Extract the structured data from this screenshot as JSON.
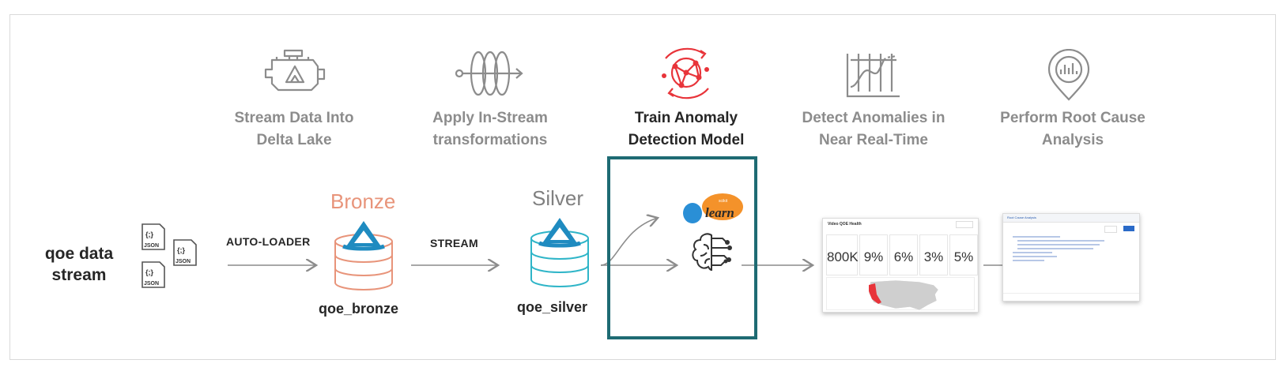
{
  "stages": [
    {
      "title_line1": "Stream Data Into",
      "title_line2": "Delta Lake",
      "icon": "engine-delta-icon"
    },
    {
      "title_line1": "Apply In-Stream",
      "title_line2": "transformations",
      "icon": "stream-rings-icon"
    },
    {
      "title_line1": "Train Anomaly",
      "title_line2": "Detection Model",
      "icon": "neural-network-icon",
      "active": true
    },
    {
      "title_line1": "Detect Anomalies in",
      "title_line2": "Near Real-Time",
      "icon": "anomaly-chart-icon"
    },
    {
      "title_line1": "Perform Root Cause",
      "title_line2": "Analysis",
      "icon": "root-cause-pin-icon"
    }
  ],
  "source": {
    "line1": "qoe data",
    "line2": "stream",
    "file_label": "JSON",
    "file_glyph": "{;}"
  },
  "edges": {
    "auto_loader": "AUTO-LOADER",
    "stream": "STREAM"
  },
  "bronze": {
    "tier": "Bronze",
    "table": "qoe_bronze",
    "color": "#e8947a"
  },
  "silver": {
    "tier": "Silver",
    "table": "qoe_silver",
    "color": "#2fb5c8"
  },
  "model": {
    "logo_text": "learn",
    "logo_small": "scikit"
  },
  "dashboard": {
    "title": "Video QOE Health",
    "kpis": [
      "800K",
      "9%",
      "6%",
      "3%",
      "5%"
    ]
  },
  "analysis": {
    "title": "Root Cause Analysis"
  },
  "colors": {
    "highlight": "#1e6b73",
    "arrow": "#8c8c8c",
    "accent_red": "#e8343a"
  }
}
